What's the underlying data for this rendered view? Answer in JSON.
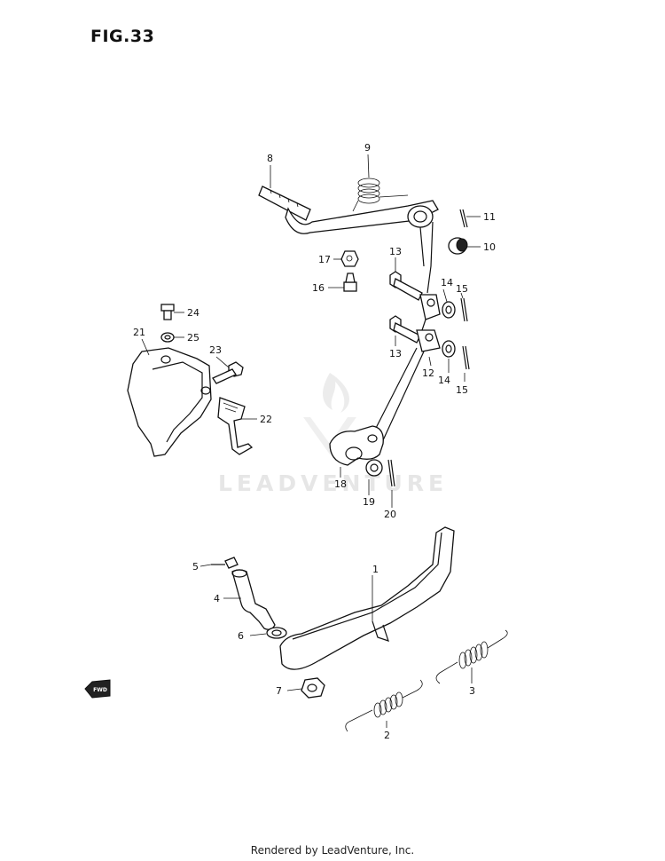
{
  "title": "FIG.33",
  "watermark": "LEADVENTURE",
  "footer": "Rendered by LeadVenture, Inc.",
  "direction_badge": "FWD",
  "callouts": [
    "1",
    "2",
    "3",
    "4",
    "5",
    "6",
    "7",
    "8",
    "9",
    "10",
    "11",
    "12",
    "13",
    "13",
    "14",
    "14",
    "15",
    "15",
    "16",
    "17",
    "18",
    "19",
    "20",
    "21",
    "22",
    "23",
    "24",
    "25"
  ]
}
